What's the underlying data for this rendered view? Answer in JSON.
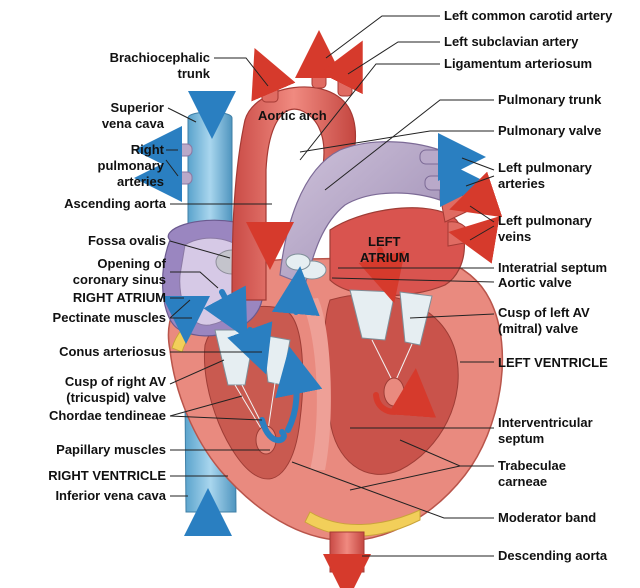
{
  "labels": {
    "left_common_carotid_artery": "Left common carotid artery",
    "left_subclavian_artery": "Left subclavian artery",
    "ligamentum_arteriosum": "Ligamentum arteriosum",
    "pulmonary_trunk": "Pulmonary trunk",
    "pulmonary_valve": "Pulmonary valve",
    "left_pulmonary_arteries_1": "Left pulmonary",
    "left_pulmonary_arteries_2": "arteries",
    "left_pulmonary_veins_1": "Left pulmonary",
    "left_pulmonary_veins_2": "veins",
    "interatrial_septum": "Interatrial septum",
    "aortic_valve": "Aortic valve",
    "cusp_left_av_1": "Cusp of left AV",
    "cusp_left_av_2": "(mitral) valve",
    "left_ventricle": "LEFT VENTRICLE",
    "interventricular_septum_1": "Interventricular",
    "interventricular_septum_2": "septum",
    "trabeculae_carneae_1": "Trabeculae",
    "trabeculae_carneae_2": "carneae",
    "moderator_band": "Moderator band",
    "descending_aorta": "Descending aorta",
    "brachiocephalic_trunk_1": "Brachiocephalic",
    "brachiocephalic_trunk_2": "trunk",
    "superior_vena_cava_1": "Superior",
    "superior_vena_cava_2": "vena cava",
    "right_pulmonary_arteries_1": "Right",
    "right_pulmonary_arteries_2": "pulmonary",
    "right_pulmonary_arteries_3": "arteries",
    "ascending_aorta": "Ascending aorta",
    "fossa_ovalis": "Fossa ovalis",
    "opening_coronary_sinus_1": "Opening of",
    "opening_coronary_sinus_2": "coronary sinus",
    "right_atrium": "RIGHT ATRIUM",
    "pectinate_muscles": "Pectinate muscles",
    "conus_arteriosus": "Conus arteriosus",
    "cusp_right_av_1": "Cusp of right AV",
    "cusp_right_av_2": "(tricuspid) valve",
    "chordae_tendineae": "Chordae tendineae",
    "papillary_muscles": "Papillary muscles",
    "right_ventricle": "RIGHT VENTRICLE",
    "inferior_vena_cava": "Inferior vena cava",
    "aortic_arch": "Aortic arch",
    "left_atrium_1": "LEFT",
    "left_atrium_2": "ATRIUM"
  },
  "colors": {
    "artery_red": "#d9544f",
    "muscle_pink": "#e98a7f",
    "vein_blue": "#6fb4d8",
    "pulmonary_lilac": "#b9a9c9",
    "valve_white": "#e6eef2",
    "fat_yellow": "#f2cf5a",
    "atrium_purple": "#9a86c0",
    "arrow_blue": "#2a7fc1",
    "arrow_red": "#d63a2c"
  }
}
